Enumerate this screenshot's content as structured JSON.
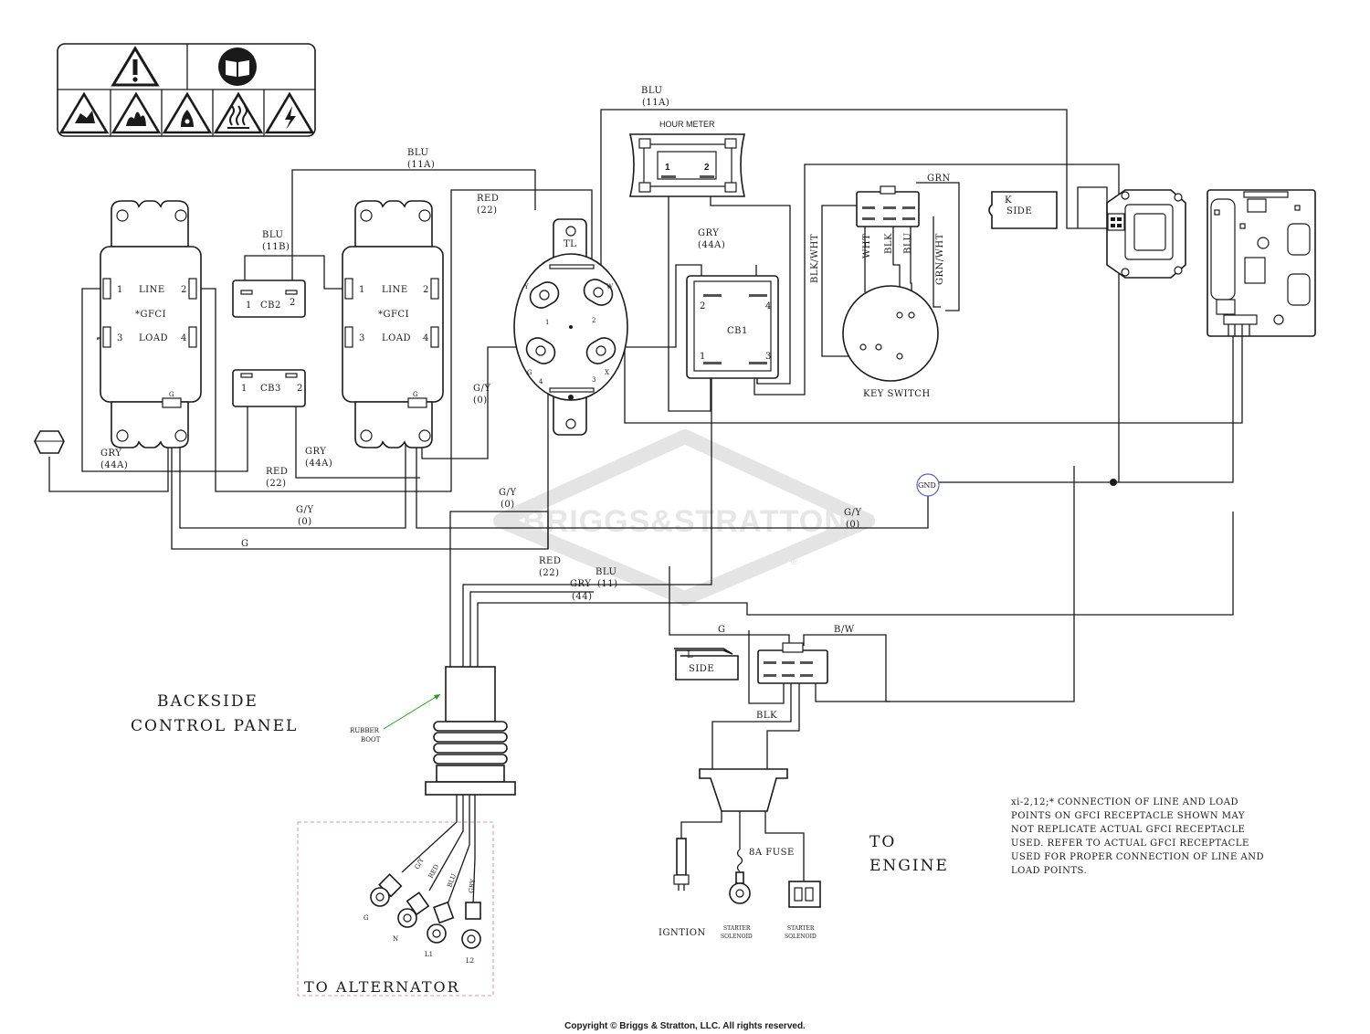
{
  "labels": {
    "hour_meter": "HOUR METER",
    "hm_pin1": "1",
    "hm_pin2": "2",
    "line": "LINE",
    "gfci": "*GFCI",
    "load": "LOAD",
    "ground_tab": "G",
    "n1": "1",
    "n2": "2",
    "n3": "3",
    "n4": "4",
    "cb1": "CB1",
    "cb2": "CB2",
    "cb3": "CB3",
    "tl": "TL",
    "y": "Y",
    "w": "W",
    "g": "G",
    "x": "X",
    "key_switch": "KEY SWITCH",
    "k_side_1": "K",
    "k_side_2": "SIDE",
    "l_side_1": "L",
    "l_side_2": "SIDE",
    "gnd": "GND",
    "rubber_boot_1": "RUBBER",
    "rubber_boot_2": "BOOT",
    "backside_1": "BACKSIDE",
    "backside_2": "CONTROL PANEL",
    "to_alternator": "TO ALTERNATOR",
    "to_engine_1": "TO",
    "to_engine_2": "ENGINE",
    "fuse": "8A FUSE",
    "ignition": "IGNTION",
    "starter_solenoid_a_1": "STARTER",
    "starter_solenoid_a_2": "SOLENOID",
    "starter_solenoid_b_1": "STARTER",
    "starter_solenoid_b_2": "SOLENOID",
    "alt_g": "G",
    "alt_n": "N",
    "alt_l1": "L1",
    "alt_l2": "L2",
    "watermark": "BRIGGS&STRATTON",
    "registered": "®",
    "copyright": "Copyright © Briggs & Stratton, LLC. All rights reserved."
  },
  "wires": {
    "blu": "BLU",
    "red": "RED",
    "gry": "GRY",
    "grn": "GRN",
    "blk": "BLK",
    "gy": "G/Y",
    "g": "G",
    "bw": "B/W",
    "wht": "WHT",
    "blk_wht": "BLK/WHT",
    "grn_wht": "GRN/WHT",
    "c11a": "(11A)",
    "c11b": "(11B)",
    "c22": "(22)",
    "c44a": "(44A)",
    "c0": "(0)",
    "c11": "(11)",
    "c44": "(44)"
  },
  "note": [
    "xi-2,12;* CONNECTION OF LINE AND LOAD",
    "POINTS  ON GFCI  RECEPTACLE SHOWN MAY",
    "NOT REPLICATE ACTUAL GFCI RECEPTACLE",
    "USED.  REFER TO ACTUAL GFCI RECEPTACLE",
    "USED FOR PROPER CONNECTION OF LINE AND",
    "LOAD POINTS."
  ],
  "icons": {
    "warning_row_top": [
      "warning-triangle-icon",
      "read-manual-icon"
    ],
    "warning_row_bottom": [
      "explosion-hazard-icon",
      "fire-hazard-icon",
      "flame-hazard-icon",
      "hot-surface-icon",
      "electric-shock-icon"
    ]
  },
  "colors": {
    "line": "#1a1a1a",
    "arrow": "#2e9a2e",
    "alternator_box": "#d070a0",
    "gnd_circle": "#5566bb",
    "watermark": "#e6e6e6"
  }
}
